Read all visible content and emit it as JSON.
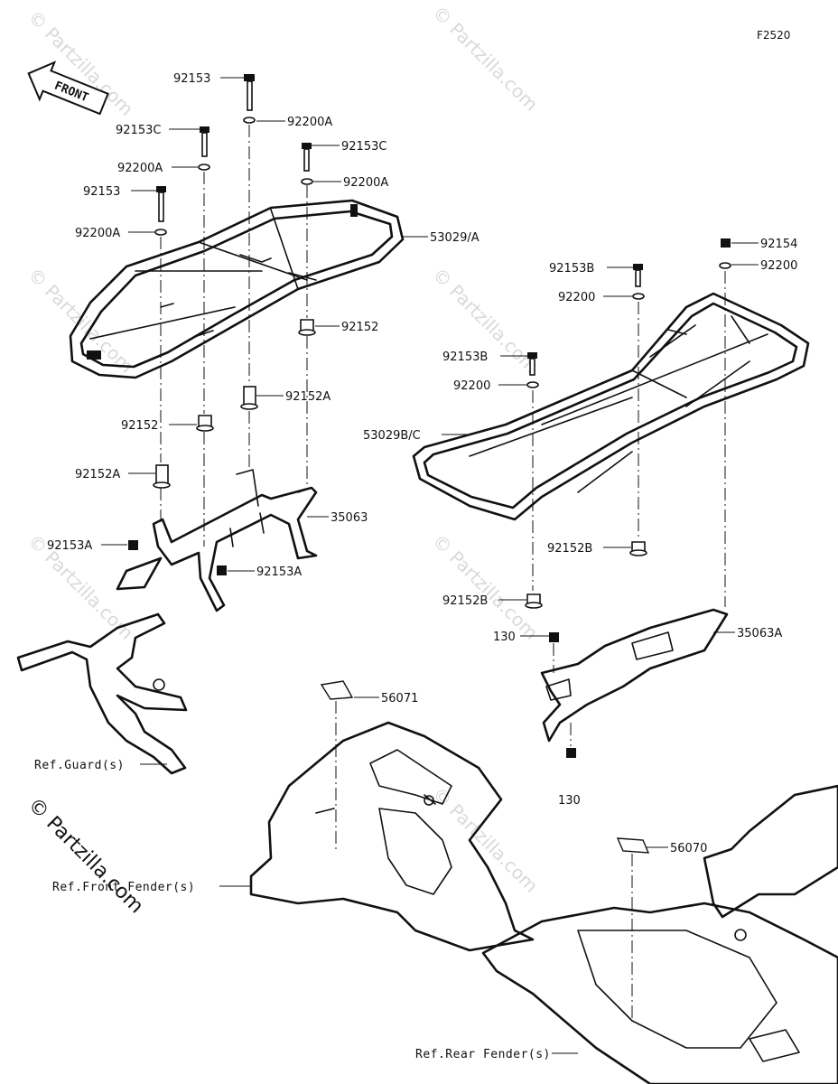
{
  "figure_code": "F2520",
  "front_arrow_label": "FRONT",
  "watermark_side": "© Partzilla.com",
  "watermark_bg": "© Partzilla.com",
  "colors": {
    "ink": "#111111",
    "watermark": "#d9d9d9",
    "background": "#ffffff"
  },
  "callouts": {
    "c92153_top": "92153",
    "c92200A_top": "92200A",
    "c92153C_left": "92153C",
    "c92153C_right": "92153C",
    "c92200A_left": "92200A",
    "c92200A_right": "92200A",
    "c92153_left": "92153",
    "c92200A_low": "92200A",
    "c53029A": "53029/A",
    "c92152_right": "92152",
    "c92152A_mid": "92152A",
    "c92152_left": "92152",
    "c92152A_left": "92152A",
    "c35063": "35063",
    "c92153A_left": "92153A",
    "c92153A_right": "92153A",
    "c92154": "92154",
    "c92200_r1": "92200",
    "c92153B_1": "92153B",
    "c92200_r2": "92200",
    "c92153B_2": "92153B",
    "c92200_r3": "92200",
    "c53029BC": "53029B/C",
    "c92152B_1": "92152B",
    "c92152B_2": "92152B",
    "c130_1": "130",
    "c35063A": "35063A",
    "c130_2": "130",
    "c56071": "56071",
    "c56070": "56070"
  },
  "references": {
    "guard": "Ref.Guard(s)",
    "front_fender": "Ref.Front Fender(s)",
    "rear_fender": "Ref.Rear Fender(s)"
  }
}
